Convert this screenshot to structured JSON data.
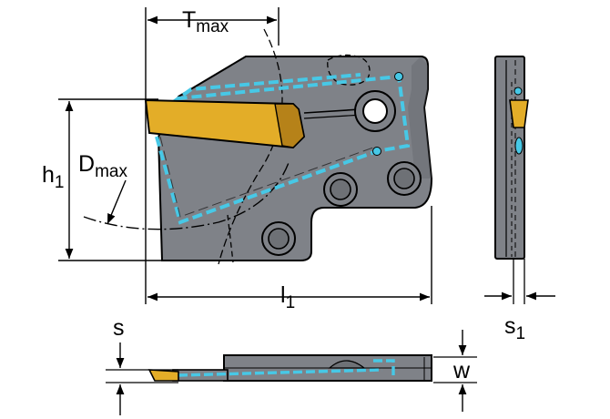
{
  "dimensions": {
    "t_max": {
      "main": "T",
      "sub": "max"
    },
    "h1": {
      "main": "h",
      "sub": "1"
    },
    "d_max": {
      "main": "D",
      "sub": "max"
    },
    "l1": {
      "main": "l",
      "sub": "1"
    },
    "s1": {
      "main": "s",
      "sub": "1"
    },
    "s": {
      "main": "s"
    },
    "w": {
      "main": "w"
    }
  },
  "colors": {
    "body": "#7f8288",
    "body_dark": "#5e6166",
    "insert": "#e3ad28",
    "insert_dark": "#b68219",
    "coolant": "#47c8e6",
    "outline": "#000000"
  }
}
